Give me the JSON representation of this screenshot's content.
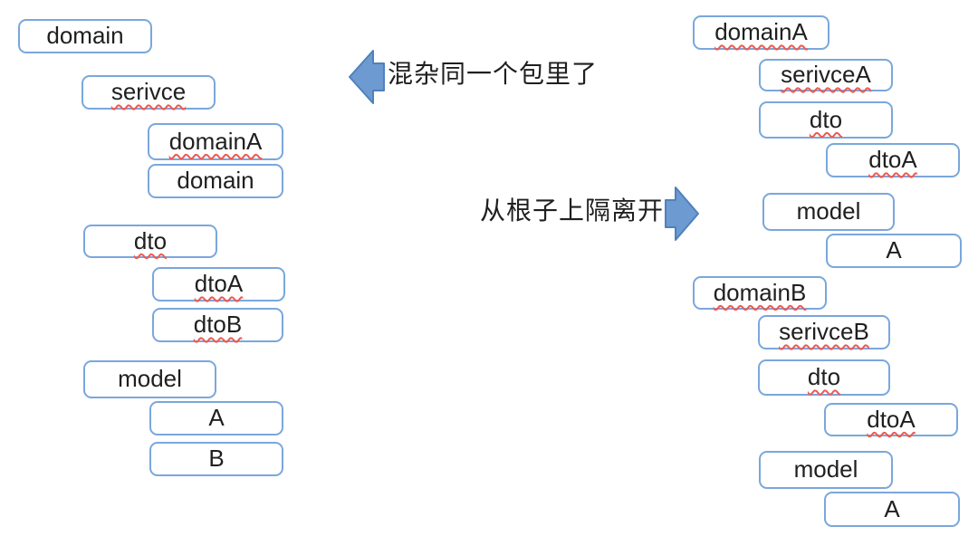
{
  "diagram": {
    "description_left_tree": "mixed package structure",
    "description_right_tree": "isolated package structure"
  },
  "left_tree": {
    "boxes": [
      {
        "label": "domain",
        "misspelled": false
      },
      {
        "label": "serivce",
        "misspelled": true
      },
      {
        "label": "domainA",
        "misspelled": true
      },
      {
        "label": "domain",
        "misspelled": false
      },
      {
        "label": "dto",
        "misspelled": true
      },
      {
        "label": "dtoA",
        "misspelled": true
      },
      {
        "label": "dtoB",
        "misspelled": true
      },
      {
        "label": "model",
        "misspelled": false
      },
      {
        "label": "A",
        "misspelled": false
      },
      {
        "label": "B",
        "misspelled": false
      }
    ]
  },
  "right_tree": {
    "boxes": [
      {
        "label": "domainA",
        "misspelled": true
      },
      {
        "label": "serivceA",
        "misspelled": true
      },
      {
        "label": "dto",
        "misspelled": true
      },
      {
        "label": "dtoA",
        "misspelled": true
      },
      {
        "label": "model",
        "misspelled": false
      },
      {
        "label": "A",
        "misspelled": false
      },
      {
        "label": "domainB",
        "misspelled": true
      },
      {
        "label": "serivceB",
        "misspelled": true
      },
      {
        "label": "dto",
        "misspelled": true
      },
      {
        "label": "dtoA",
        "misspelled": true
      },
      {
        "label": "model",
        "misspelled": false
      },
      {
        "label": "A",
        "misspelled": false
      }
    ]
  },
  "annotations": {
    "mixed_label": "混杂同一个包里了",
    "isolate_label": "从根子上隔离开"
  },
  "icons": {
    "left_arrow": "left-block-arrow",
    "right_arrow": "right-block-arrow"
  },
  "colors": {
    "box_border": "#7aa7dc",
    "box_fill": "#ffffff",
    "arrow_fill": "#6d9ad0",
    "arrow_border": "#4f81bd",
    "squiggle": "#ef5a50",
    "text": "#1f1f1f",
    "background": "#ffffff"
  }
}
